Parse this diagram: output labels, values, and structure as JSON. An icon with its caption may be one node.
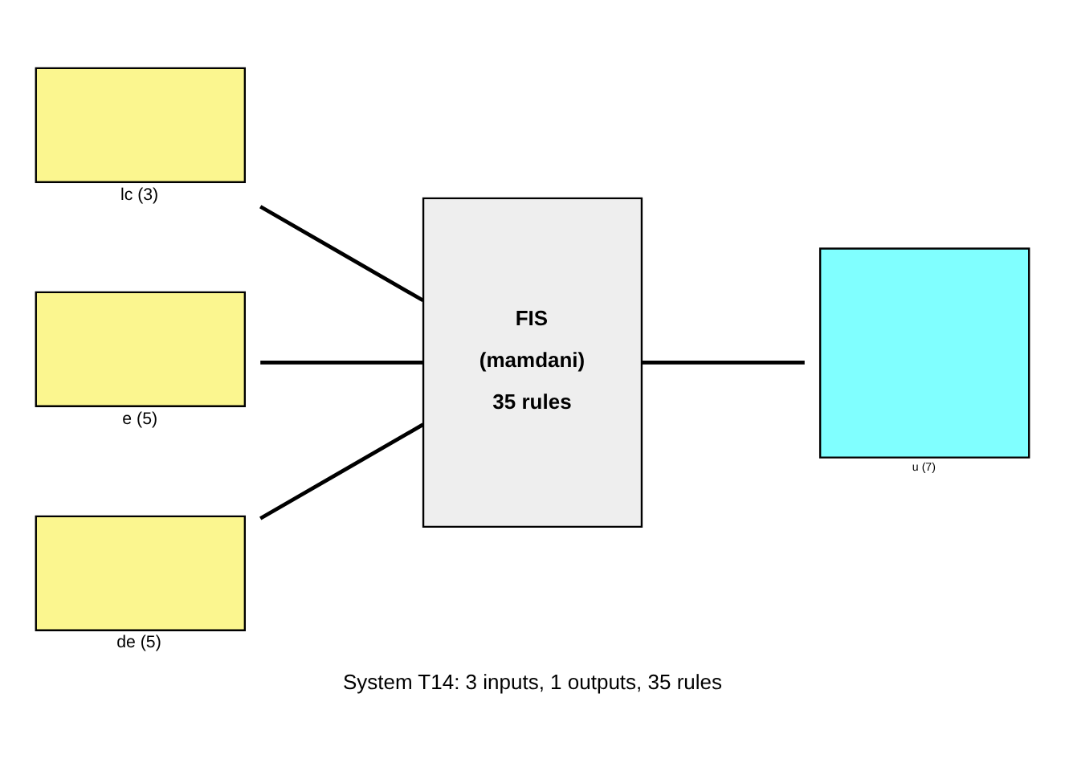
{
  "diagram": {
    "caption": "System T14: 3 inputs, 1 outputs, 35 rules",
    "nodes": [
      {
        "text": [
          "lc (3)"
        ]
      },
      {
        "text": [
          "e (5)"
        ]
      },
      {
        "text": [
          "de (5)"
        ]
      },
      {
        "text": [
          "FIS",
          "(mamdani)",
          "35 rules"
        ]
      },
      {
        "text": [
          "u (7)"
        ]
      }
    ],
    "edges": [
      {
        "from": 0,
        "to": 3,
        "arrow": "none"
      },
      {
        "from": 1,
        "to": 3,
        "arrow": "none"
      },
      {
        "from": 2,
        "to": 3,
        "arrow": "none"
      },
      {
        "from": 3,
        "to": 4,
        "arrow": "none"
      }
    ]
  }
}
